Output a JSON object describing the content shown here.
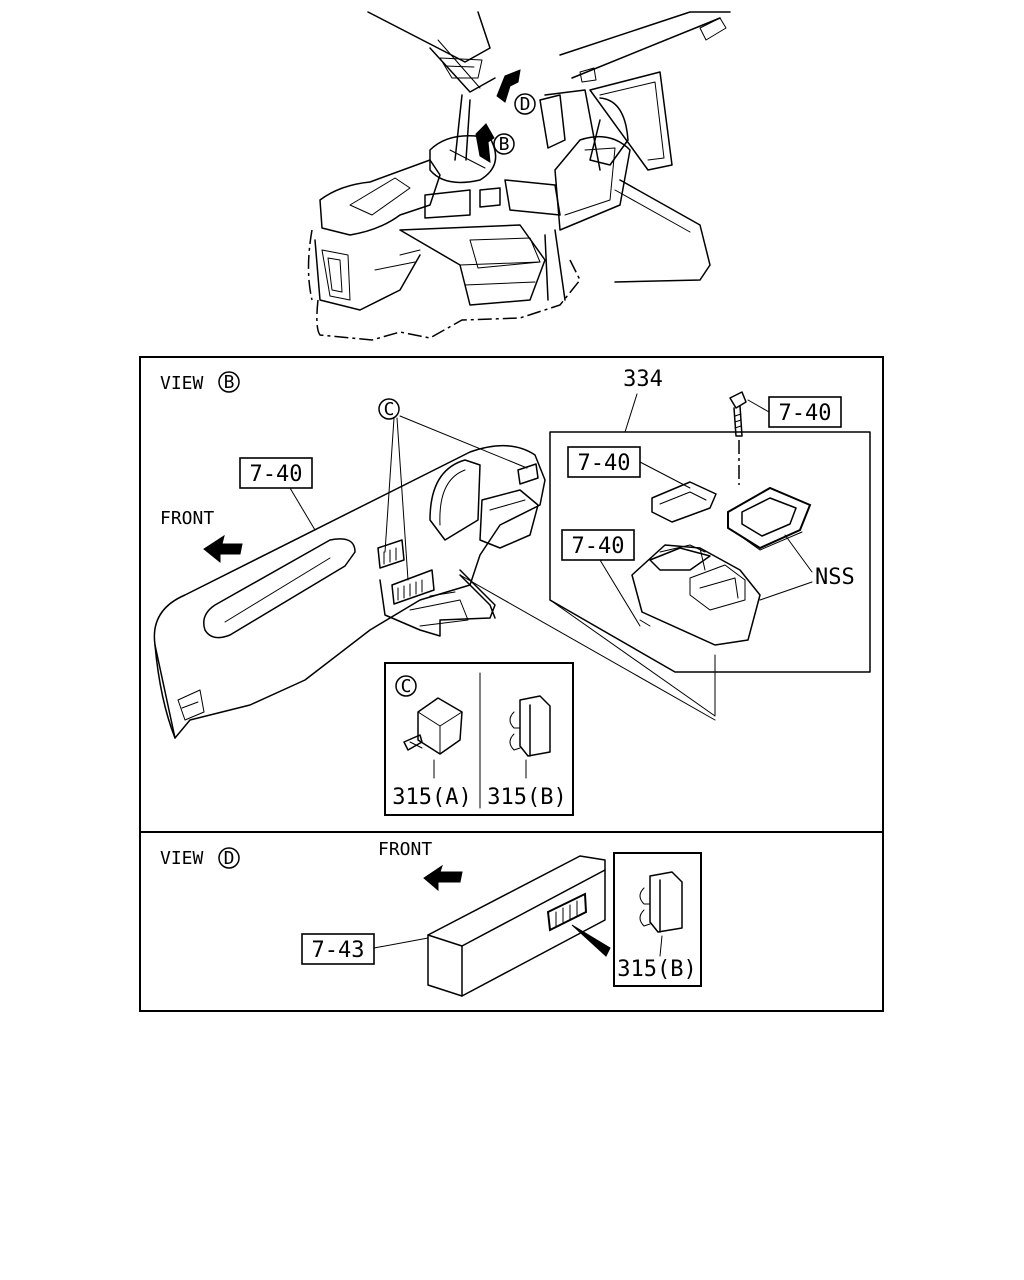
{
  "views": {
    "b": {
      "prefix": "VIEW",
      "letter": "B"
    },
    "d": {
      "prefix": "VIEW",
      "letter": "D"
    }
  },
  "callouts": {
    "top_d": "D",
    "top_b": "B",
    "c_main": "C",
    "c_inset": "C"
  },
  "labels": {
    "front_b": "FRONT",
    "front_d": "FRONT",
    "dash_ref": "7-40",
    "assembly_no": "334",
    "bolt_ref": "7-40",
    "lid_ref": "7-40",
    "console_ref": "7-40",
    "nss": "NSS",
    "part_315a": "315(A)",
    "part_315b": "315(B)",
    "part_315b_d": "315(B)",
    "overhead_ref": "7-43"
  }
}
